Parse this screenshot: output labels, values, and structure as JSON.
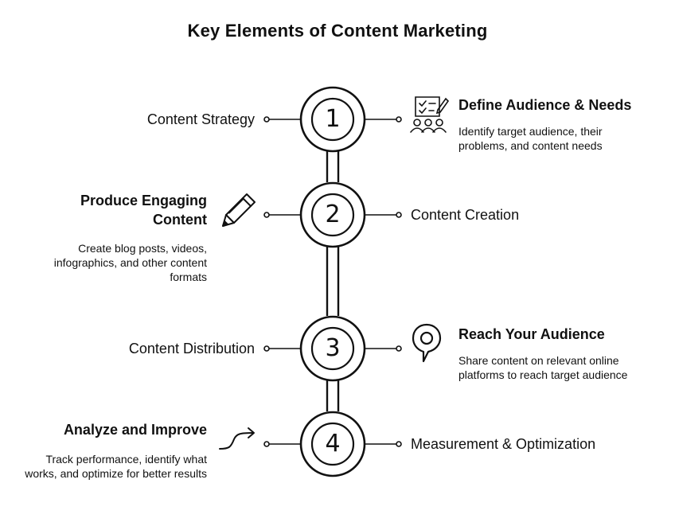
{
  "title": "Key Elements of Content Marketing",
  "steps": [
    {
      "number": "1",
      "label": "Content Strategy",
      "heading": "Define Audience & Needs",
      "description": "Identify target audience, their problems, and content needs",
      "icon": "audience-checklist-icon"
    },
    {
      "number": "2",
      "label": "Content Creation",
      "heading": "Produce Engaging Content",
      "description": "Create blog posts, videos, infographics, and other content formats",
      "icon": "pen-icon"
    },
    {
      "number": "3",
      "label": "Content Distribution",
      "heading": "Reach Your Audience",
      "description": "Share content on relevant online platforms to reach target audience",
      "icon": "location-pin-icon"
    },
    {
      "number": "4",
      "label": "Measurement & Optimization",
      "heading": "Analyze and Improve",
      "description": "Track performance, identify what works, and optimize for better results",
      "icon": "arrow-curve-icon"
    }
  ]
}
